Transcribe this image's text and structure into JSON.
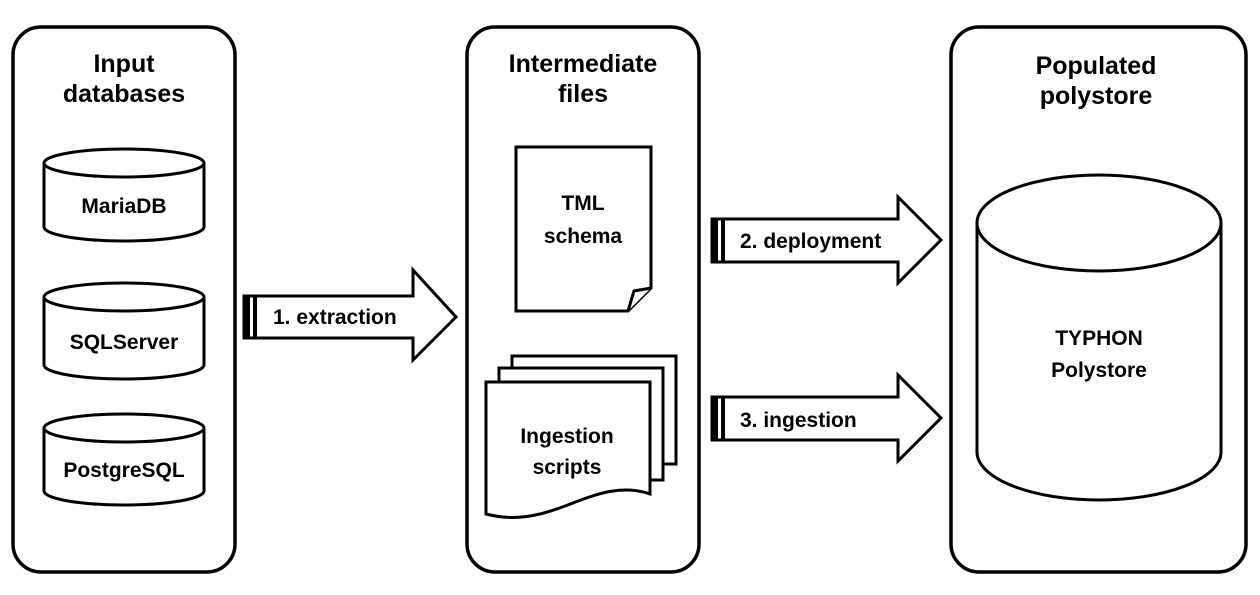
{
  "panels": {
    "input": {
      "title_line1": "Input",
      "title_line2": "databases"
    },
    "intermediate": {
      "title_line1": "Intermediate",
      "title_line2": "files"
    },
    "populated": {
      "title_line1": "Populated",
      "title_line2": "polystore"
    }
  },
  "databases": [
    "MariaDB",
    "SQLServer",
    "PostgreSQL"
  ],
  "files": {
    "schema": {
      "line1": "TML",
      "line2": "schema"
    },
    "scripts": {
      "line1": "Ingestion",
      "line2": "scripts"
    }
  },
  "polystore": {
    "line1": "TYPHON",
    "line2": "Polystore"
  },
  "arrows": {
    "extraction": "1. extraction",
    "deployment": "2. deployment",
    "ingestion": "3. ingestion"
  }
}
